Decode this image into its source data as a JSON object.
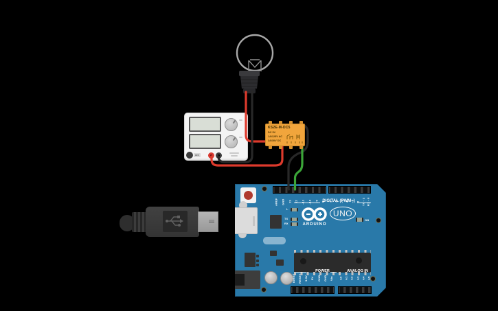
{
  "scene": {
    "background": "#000000"
  },
  "power_supply": {
    "switch_label": "OFF"
  },
  "relay": {
    "part_number": "KS2E-M-DC5",
    "coil_rating": "DC 5V",
    "contact_rating_ac": "1A/125V AC",
    "contact_rating_dc": "2A/30V DC",
    "body_color": "#f1a53c"
  },
  "arduino": {
    "board_color": "#2979a9",
    "brand": "ARDUINO",
    "model": "UNO",
    "digital_label": "DIGITAL (PWM~)",
    "power_label": "POWER",
    "analog_label": "ANALOG IN",
    "on_led_label": "ON",
    "led_l": "L",
    "led_tx": "TX",
    "led_rx": "RX",
    "digital_pins_left": [
      "AREF",
      "GND",
      "13",
      "12",
      "~11",
      "~10",
      "~9",
      "8"
    ],
    "digital_pins_right": [
      "7",
      "~6",
      "~5",
      "4",
      "~3",
      "2",
      "TX→1",
      "RX←0"
    ],
    "power_pins": [
      "IOREF",
      "RESET",
      "3.3V",
      "5V",
      "GND",
      "GND",
      "Vin"
    ],
    "analog_pins": [
      "A0",
      "A1",
      "A2",
      "A3",
      "A4",
      "A5"
    ]
  },
  "wires": {
    "red": "#dd3a2c",
    "black": "#282828",
    "green": "#3ba538"
  }
}
